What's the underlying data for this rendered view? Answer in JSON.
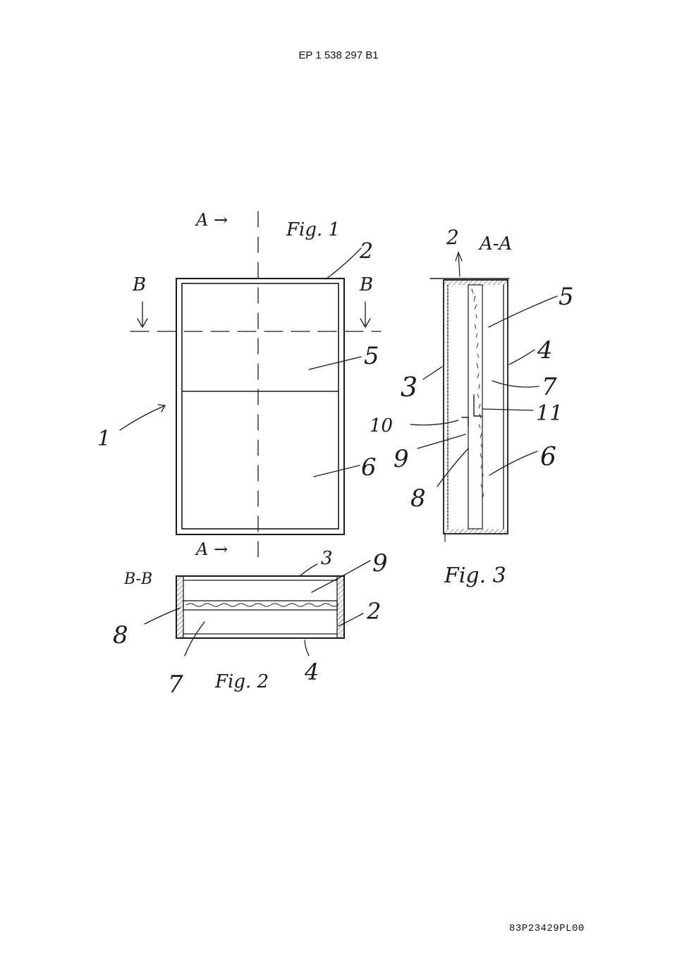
{
  "header": {
    "title": "EP 1 538 297 B1"
  },
  "footer": {
    "code": "83P23429PL00"
  },
  "fig1": {
    "label": "Fig. 1",
    "section_a_top": "A →",
    "section_a_bottom": "A →",
    "section_b_left": "B",
    "section_b_right": "B",
    "ref_1": "1",
    "ref_2": "2",
    "ref_5": "5",
    "ref_6": "6"
  },
  "fig2": {
    "label": "Fig. 2",
    "section": "B-B",
    "ref_2": "2",
    "ref_3": "3",
    "ref_4": "4",
    "ref_7": "7",
    "ref_8": "8",
    "ref_9": "9"
  },
  "fig3": {
    "label": "Fig. 3",
    "section": "A-A",
    "ref_2": "2",
    "ref_3": "3",
    "ref_4": "4",
    "ref_5": "5",
    "ref_6": "6",
    "ref_7": "7",
    "ref_8": "8",
    "ref_9": "9",
    "ref_10": "10",
    "ref_11": "11"
  }
}
